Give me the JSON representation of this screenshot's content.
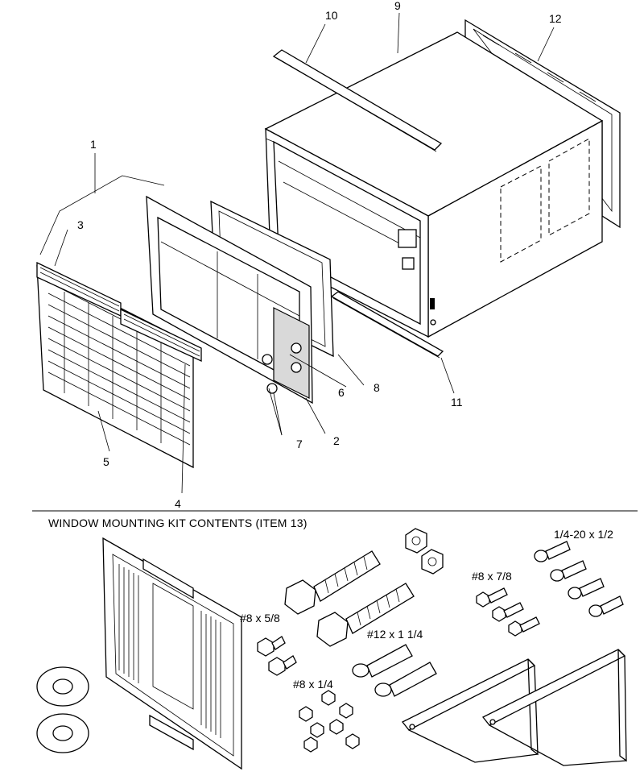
{
  "callouts": [
    {
      "id": "1",
      "label": "1"
    },
    {
      "id": "2",
      "label": "2"
    },
    {
      "id": "3",
      "label": "3"
    },
    {
      "id": "4",
      "label": "4"
    },
    {
      "id": "5",
      "label": "5"
    },
    {
      "id": "6",
      "label": "6"
    },
    {
      "id": "7",
      "label": "7"
    },
    {
      "id": "8",
      "label": "8"
    },
    {
      "id": "9",
      "label": "9"
    },
    {
      "id": "10",
      "label": "10"
    },
    {
      "id": "11",
      "label": "11"
    },
    {
      "id": "12",
      "label": "12"
    }
  ],
  "kit": {
    "title": "WINDOW MOUNTING KIT CONTENTS (ITEM 13)",
    "fasteners": {
      "screw_8x58": "#8 x 5/8",
      "screw_8x14": "#8 x 1/4",
      "screw_12x114": "#12 x 1 1/4",
      "screw_8x78": "#8 x 7/8",
      "screw_1420x12": "1/4-20 x 1/2"
    }
  }
}
